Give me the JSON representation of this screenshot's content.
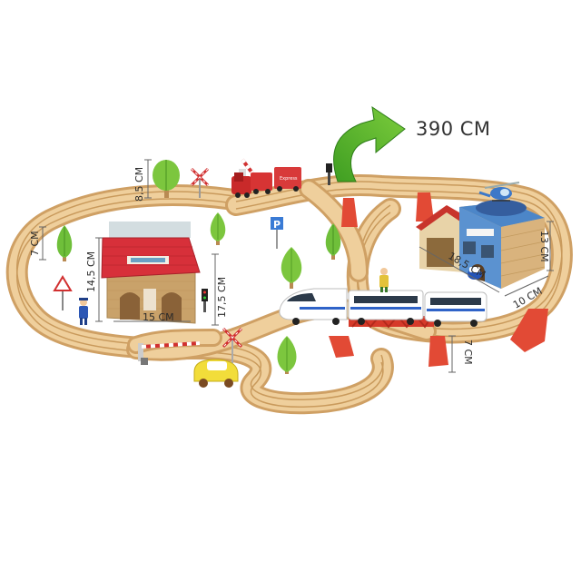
{
  "total_length": "390 CM",
  "dimensions": {
    "tree_height": "8,5 CM",
    "small_tree_height": "7 CM",
    "station_height": "14,5 CM",
    "station_width": "15 CM",
    "station_total_height": "17,5 CM",
    "garage_depth": "18,5 CM",
    "garage_height": "13 CM",
    "garage_width": "10 CM",
    "bridge_height": "7 CM"
  },
  "signs": {
    "parking": "P"
  },
  "colors": {
    "track_wood": "#e6c08a",
    "track_groove": "#c99a5c",
    "arrow_green": "#4caf2a",
    "roof_red": "#d7303a",
    "bridge_red": "#d63a2a",
    "tree_green": "#6fbf3a",
    "garage_blue": "#4c86c8"
  },
  "icons": [
    "curved-arrow-icon",
    "parking-sign-icon",
    "warning-sign-icon",
    "crossing-sign-icon",
    "traffic-light-icon"
  ]
}
